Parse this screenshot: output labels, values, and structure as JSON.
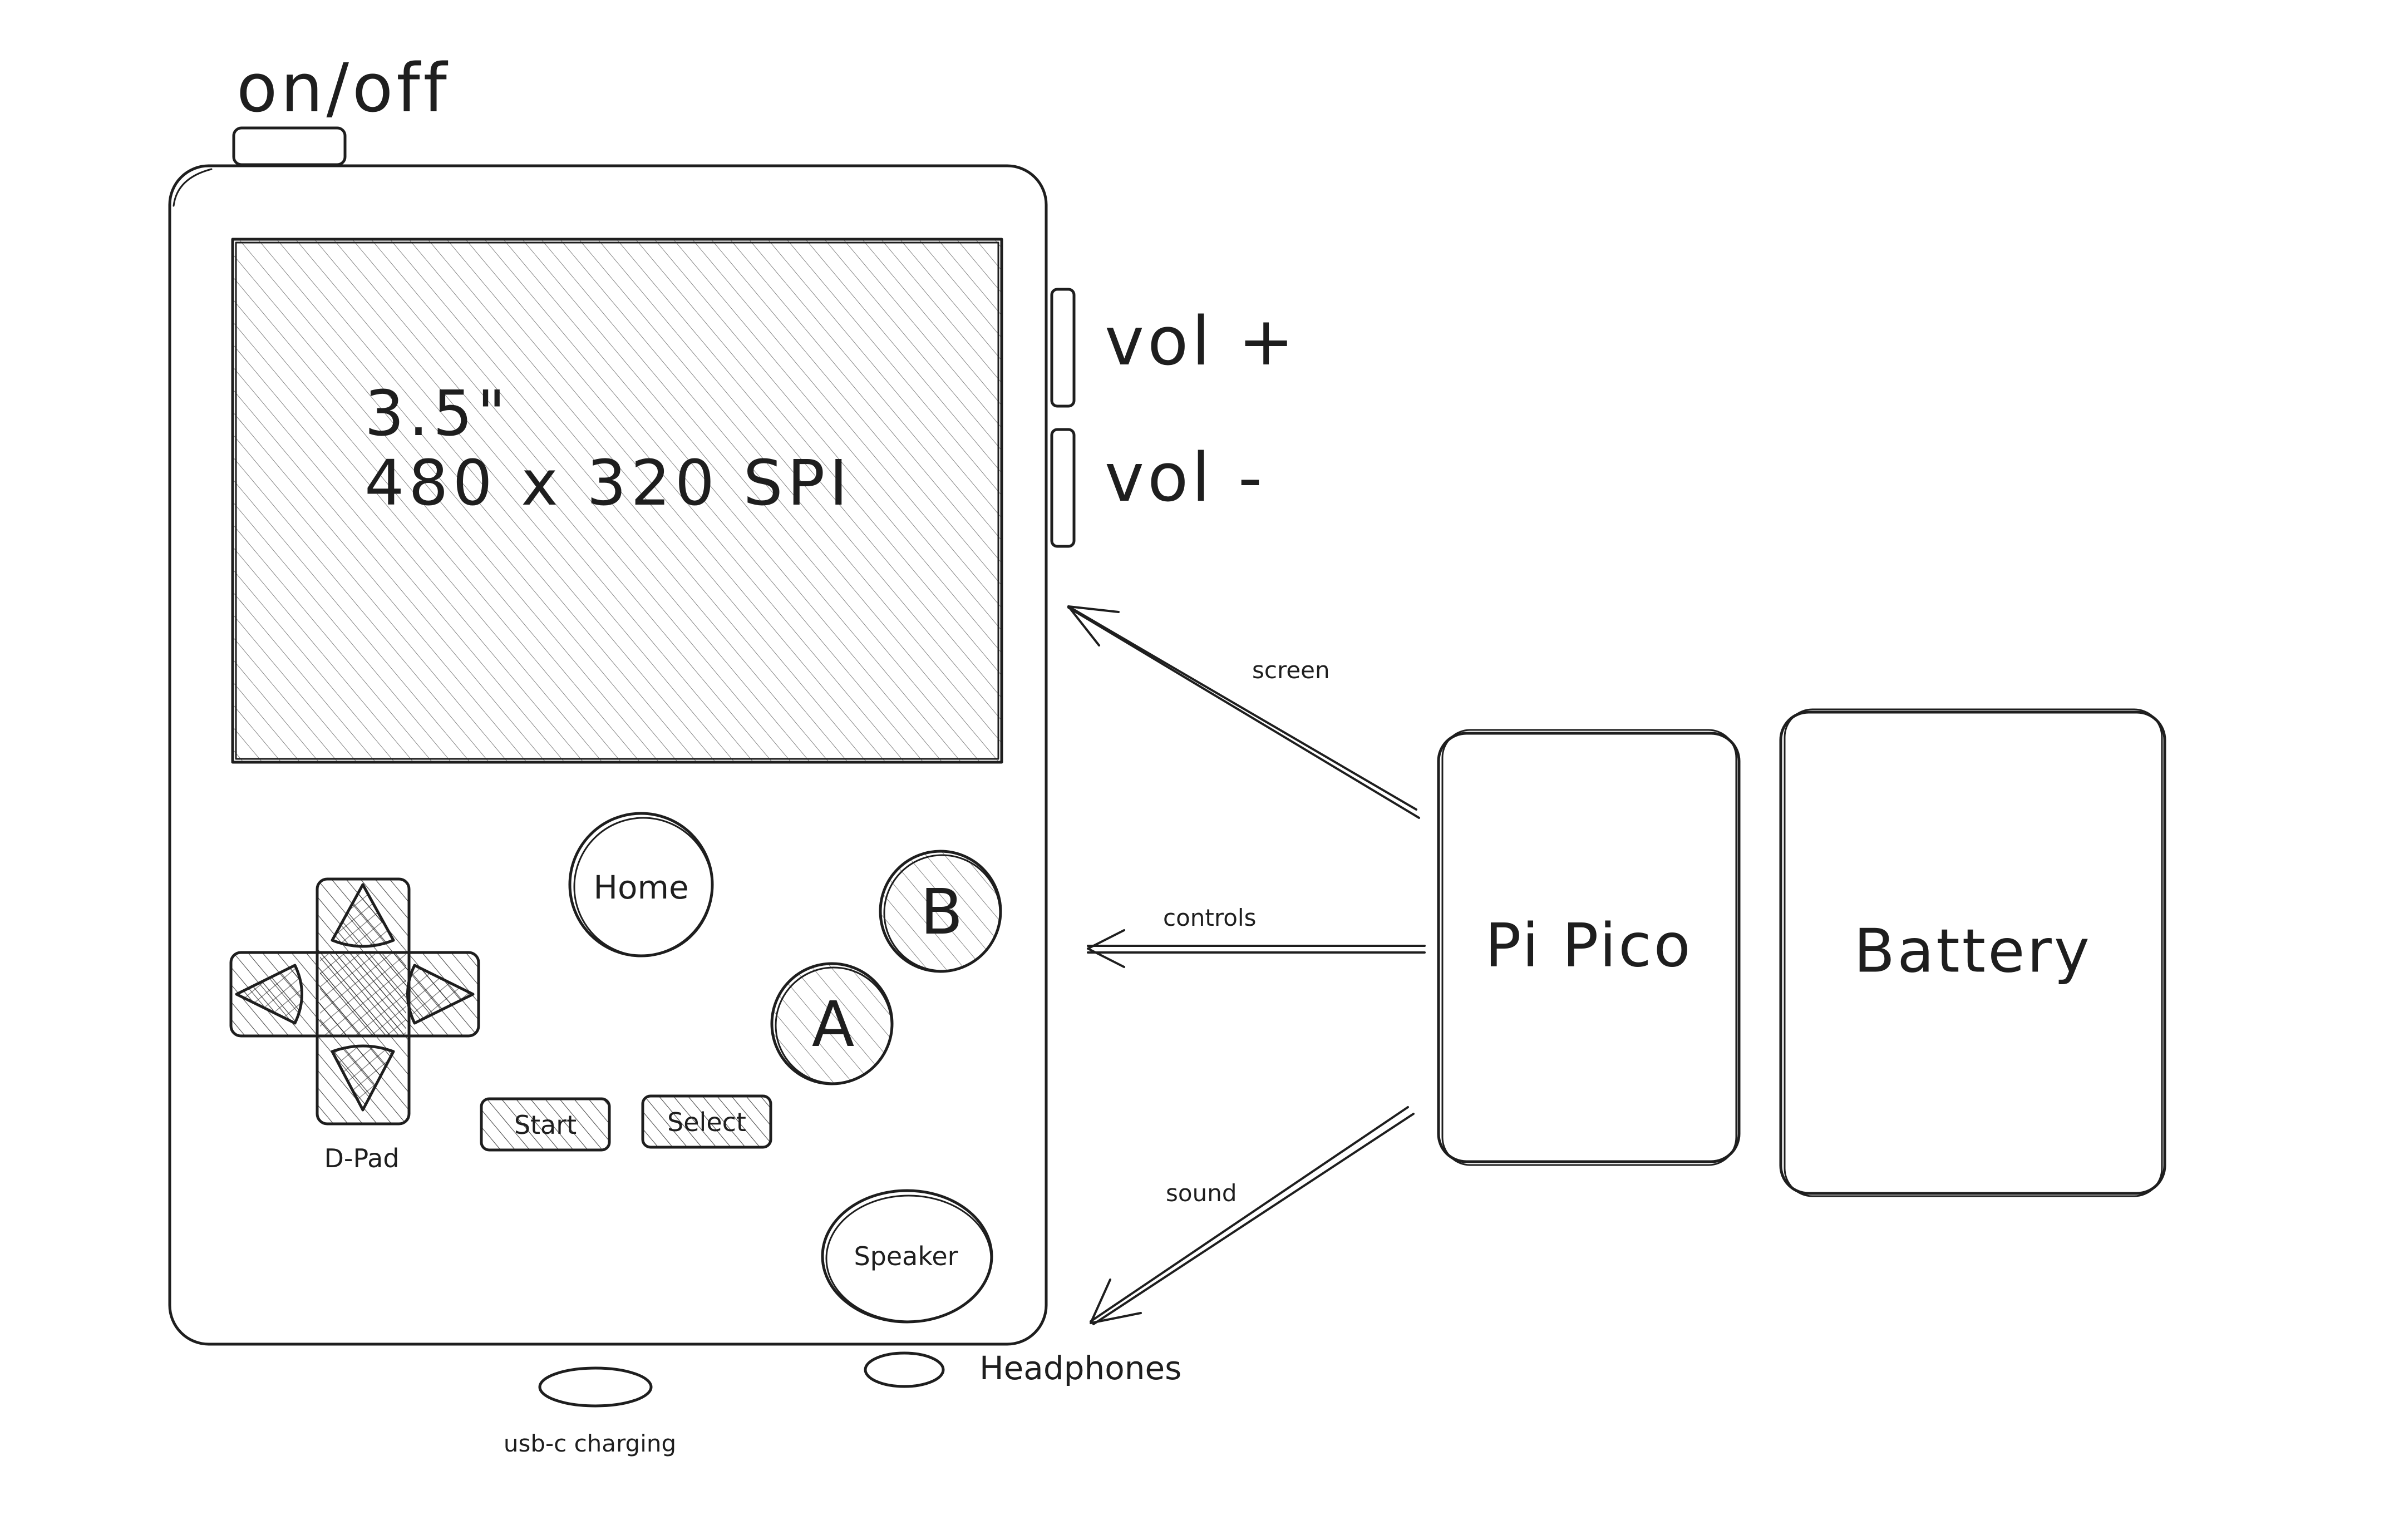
{
  "device": {
    "power_label": "on/off",
    "screen_size": "3.5\"",
    "screen_spec": "480 x 320 SPI",
    "vol_up_label": "vol +",
    "vol_down_label": "vol -",
    "home_label": "Home",
    "b_label": "B",
    "a_label": "A",
    "start_label": "Start",
    "select_label": "Select",
    "dpad_label": "D-Pad",
    "speaker_label": "Speaker",
    "headphones_label": "Headphones",
    "usbc_label": "usb-c charging"
  },
  "components": {
    "pico_label": "Pi Pico",
    "battery_label": "Battery"
  },
  "connections": [
    {
      "from": "Pi Pico",
      "to": "screen",
      "label": "screen"
    },
    {
      "from": "Pi Pico",
      "to": "controls",
      "label": "controls"
    },
    {
      "from": "Pi Pico",
      "to": "sound",
      "label": "sound"
    }
  ],
  "colors": {
    "stroke": "#1e1e1e",
    "background": "#ffffff",
    "fill": "#1e1e1e"
  }
}
